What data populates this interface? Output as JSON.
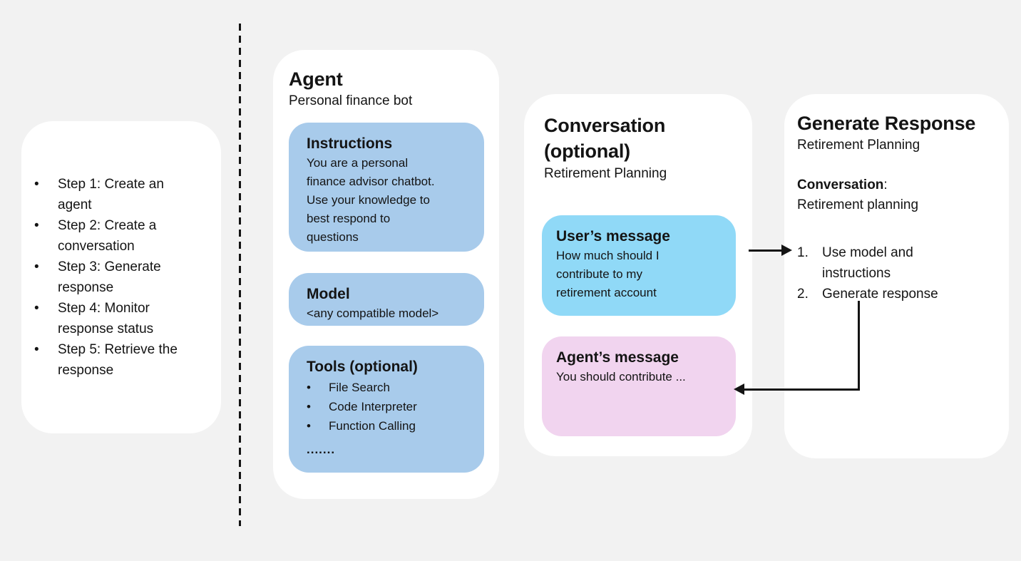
{
  "colors": {
    "background": "#F2F2F2",
    "card": "#FFFFFF",
    "blue_box": "#A8CBEB",
    "cyan_box": "#90D9F7",
    "pink_box": "#F1D4EF",
    "ink": "#141414"
  },
  "bullet_char": "•",
  "steps_card": {
    "items": [
      "Step 1: Create an\nagent",
      "Step 2: Create a\nconversation",
      "Step 3: Generate\nresponse",
      "Step 4: Monitor\nresponse status",
      "Step 5: Retrieve the\nresponse"
    ]
  },
  "agent_card": {
    "title": "Agent",
    "subtitle": "Personal finance bot",
    "instructions": {
      "title": "Instructions",
      "body": "You are a personal\nfinance advisor chatbot.\nUse your knowledge to\nbest respond to\nquestions"
    },
    "model": {
      "title": "Model",
      "body": "<any compatible model>"
    },
    "tools": {
      "title": "Tools (optional)",
      "items": [
        "File Search",
        "Code Interpreter",
        "Function Calling"
      ],
      "ellipsis": "......."
    }
  },
  "conversation_card": {
    "title": "Conversation\n(optional)",
    "subtitle": "Retirement Planning",
    "user_message": {
      "title": "User’s message",
      "body": "How much should I\ncontribute to my\nretirement account"
    },
    "agent_message": {
      "title": "Agent’s message",
      "body": "You should contribute ..."
    }
  },
  "generate_card": {
    "title": "Generate Response",
    "subtitle": "Retirement Planning",
    "conversation_label": "Conversation",
    "conversation_colon": ":",
    "conversation_value": "Retirement planning",
    "items": [
      {
        "num": "1.",
        "text": "Use model and\ninstructions"
      },
      {
        "num": "2.",
        "text": "Generate response"
      }
    ]
  }
}
